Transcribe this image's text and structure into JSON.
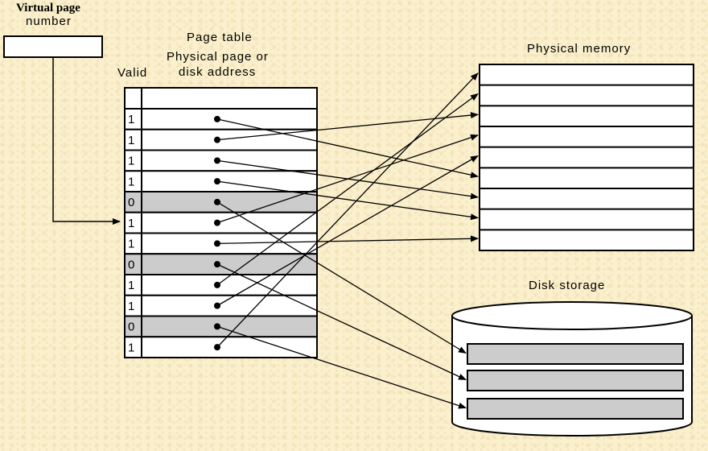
{
  "labels": {
    "virtual_page": "Virtual page",
    "number": "number",
    "page_table": "Page table",
    "physical_page_or": "Physical page or",
    "disk_address": "disk address",
    "valid": "Valid",
    "physical_memory": "Physical memory",
    "disk_storage": "Disk storage"
  },
  "page_table": {
    "valid_bits": [
      "1",
      "1",
      "1",
      "1",
      "0",
      "1",
      "1",
      "0",
      "1",
      "1",
      "0",
      "1"
    ]
  },
  "mapping": {
    "physical_memory_slots": 9,
    "disk_slots": 3,
    "rows": [
      {
        "valid": "1",
        "target": "memory",
        "slot": 5
      },
      {
        "valid": "1",
        "target": "memory",
        "slot": 2
      },
      {
        "valid": "1",
        "target": "memory",
        "slot": 6
      },
      {
        "valid": "1",
        "target": "memory",
        "slot": 7
      },
      {
        "valid": "0",
        "target": "disk",
        "slot": 0
      },
      {
        "valid": "1",
        "target": "memory",
        "slot": 3
      },
      {
        "valid": "1",
        "target": "memory",
        "slot": 8
      },
      {
        "valid": "0",
        "target": "disk",
        "slot": 1
      },
      {
        "valid": "1",
        "target": "memory",
        "slot": 1
      },
      {
        "valid": "1",
        "target": "memory",
        "slot": 4
      },
      {
        "valid": "0",
        "target": "disk",
        "slot": 2
      },
      {
        "valid": "1",
        "target": "memory",
        "slot": 0
      }
    ]
  },
  "colors": {
    "background": "#fbf0cd",
    "invalid_row": "#cccccc",
    "disk_slot": "#cccccc",
    "line": "#000000"
  }
}
